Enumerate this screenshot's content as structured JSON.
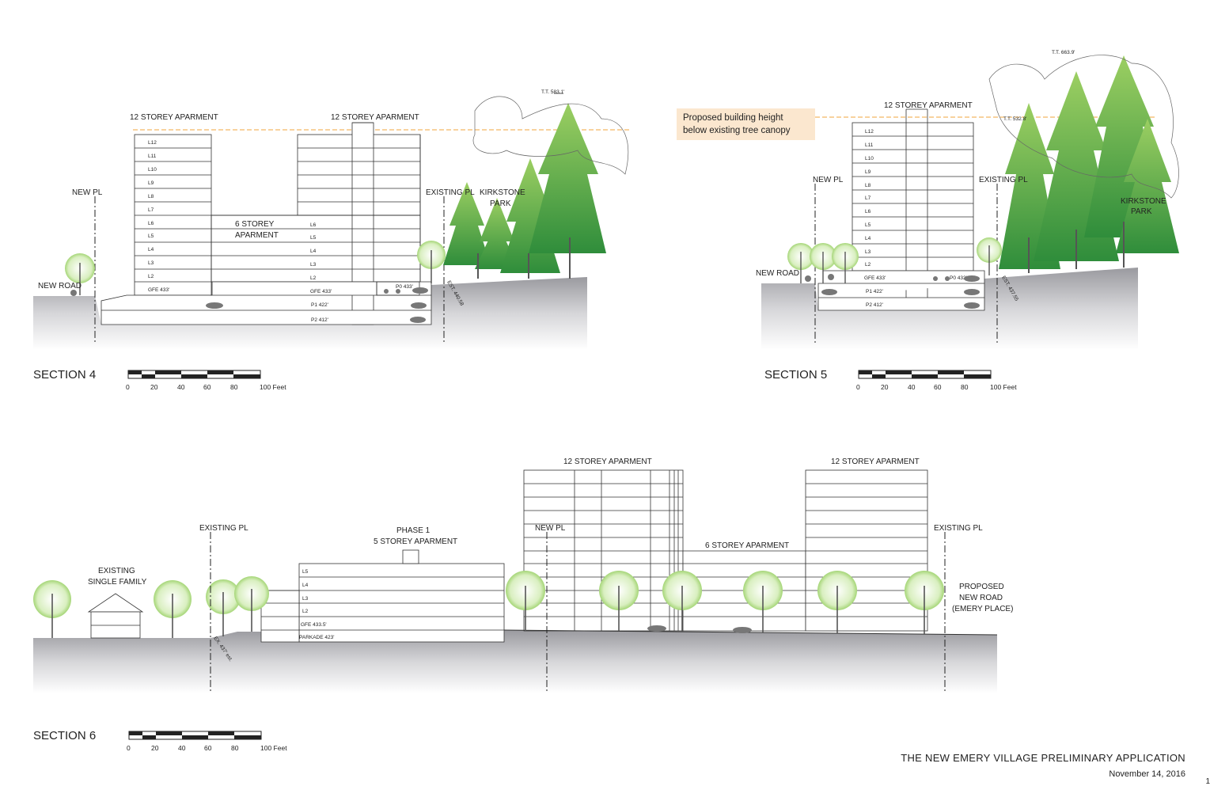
{
  "sheet": {
    "title": "THE NEW EMERY VILLAGE PRELIMINARY APPLICATION",
    "date": "November 14, 2016",
    "page_number": "1"
  },
  "callout": {
    "line1": "Proposed building height",
    "line2": "below existing tree canopy"
  },
  "scale_bar": {
    "ticks": [
      "0",
      "20",
      "40",
      "60",
      "80",
      "100 Feet"
    ]
  },
  "section4": {
    "name": "SECTION 4",
    "apt_left": "12 STOREY APARMENT",
    "apt_right": "12 STOREY APARMENT",
    "mid_line1": "6 STOREY",
    "mid_line2": "APARMENT",
    "new_pl": "NEW PL",
    "existing_pl": "EXISTING PL",
    "park_line1": "KIRKSTONE",
    "park_line2": "PARK",
    "new_road": "NEW ROAD",
    "tt": "T.T. 583.1'",
    "est": "EST. 440.58",
    "left_floors": [
      "L12",
      "L11",
      "L10",
      "L9",
      "L8",
      "L7",
      "L6",
      "L5",
      "L4",
      "L3",
      "L2",
      "GFE 433'"
    ],
    "mid_floors": [
      "L6",
      "L5",
      "L4",
      "L3",
      "L2",
      "GFE 433'",
      "P1 422'",
      "P2 412'"
    ],
    "p0": "P0 433'"
  },
  "section5": {
    "name": "SECTION 5",
    "apt": "12 STOREY APARMENT",
    "new_pl": "NEW PL",
    "existing_pl": "EXISTING PL",
    "park_line1": "KIRKSTONE",
    "park_line2": "PARK",
    "new_road": "NEW ROAD",
    "tt_top": "T.T. 663.9'",
    "tt": "T.T. 532.8'",
    "est": "EST. 437.55",
    "floors": [
      "L12",
      "L11",
      "L10",
      "L9",
      "L8",
      "L7",
      "L6",
      "L5",
      "L4",
      "L3",
      "L2",
      "GFE 433'",
      "P1 422'",
      "P2 412'"
    ],
    "p0": "P0 433'"
  },
  "section6": {
    "name": "SECTION 6",
    "apt_a": "12 STOREY APARMENT",
    "apt_b": "12 STOREY APARMENT",
    "six_storey": "6 STOREY APARMENT",
    "phase_line1": "PHASE 1",
    "phase_line2": "5 STOREY APARMENT",
    "existing_pl_left": "EXISTING PL",
    "existing_pl_right": "EXISTING PL",
    "new_pl": "NEW PL",
    "sf_line1": "EXISTING",
    "sf_line2": "SINGLE FAMILY",
    "road_line1": "PROPOSED",
    "road_line2": "NEW ROAD",
    "road_line3": "(EMERY PLACE)",
    "est": "EX. 437' est.",
    "floors": [
      "L5",
      "L4",
      "L3",
      "L2",
      "GFE 433.5'",
      "PARKADE 423'"
    ]
  },
  "colors": {
    "tree_light": "#a8d672",
    "tree_mid": "#5fb043",
    "tree_dark": "#2e8b3a",
    "callout_bg": "#fbe7cf",
    "canopy_line": "#f0a53c",
    "ground": "#cfcfd2"
  }
}
